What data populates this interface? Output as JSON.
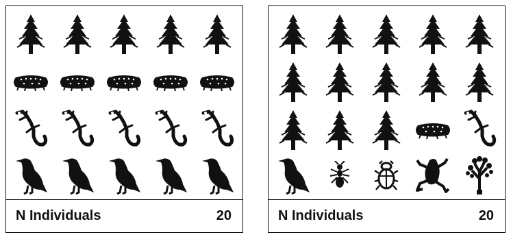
{
  "panels": [
    {
      "footer_label": "N Individuals",
      "count": "20",
      "rows": [
        [
          "tree",
          "tree",
          "tree",
          "tree",
          "tree"
        ],
        [
          "beetle-larva",
          "beetle-larva",
          "beetle-larva",
          "beetle-larva",
          "beetle-larva"
        ],
        [
          "lizard",
          "lizard",
          "lizard",
          "lizard",
          "lizard"
        ],
        [
          "bird",
          "bird",
          "bird",
          "bird",
          "bird"
        ]
      ]
    },
    {
      "footer_label": "N Individuals",
      "count": "20",
      "rows": [
        [
          "tree",
          "tree",
          "tree",
          "tree",
          "tree"
        ],
        [
          "tree",
          "tree",
          "tree",
          "tree",
          "tree"
        ],
        [
          "tree",
          "tree",
          "tree",
          "beetle-larva",
          "lizard"
        ],
        [
          "bird",
          "ant",
          "scarab-beetle",
          "frog",
          "deciduous-tree"
        ]
      ]
    }
  ]
}
